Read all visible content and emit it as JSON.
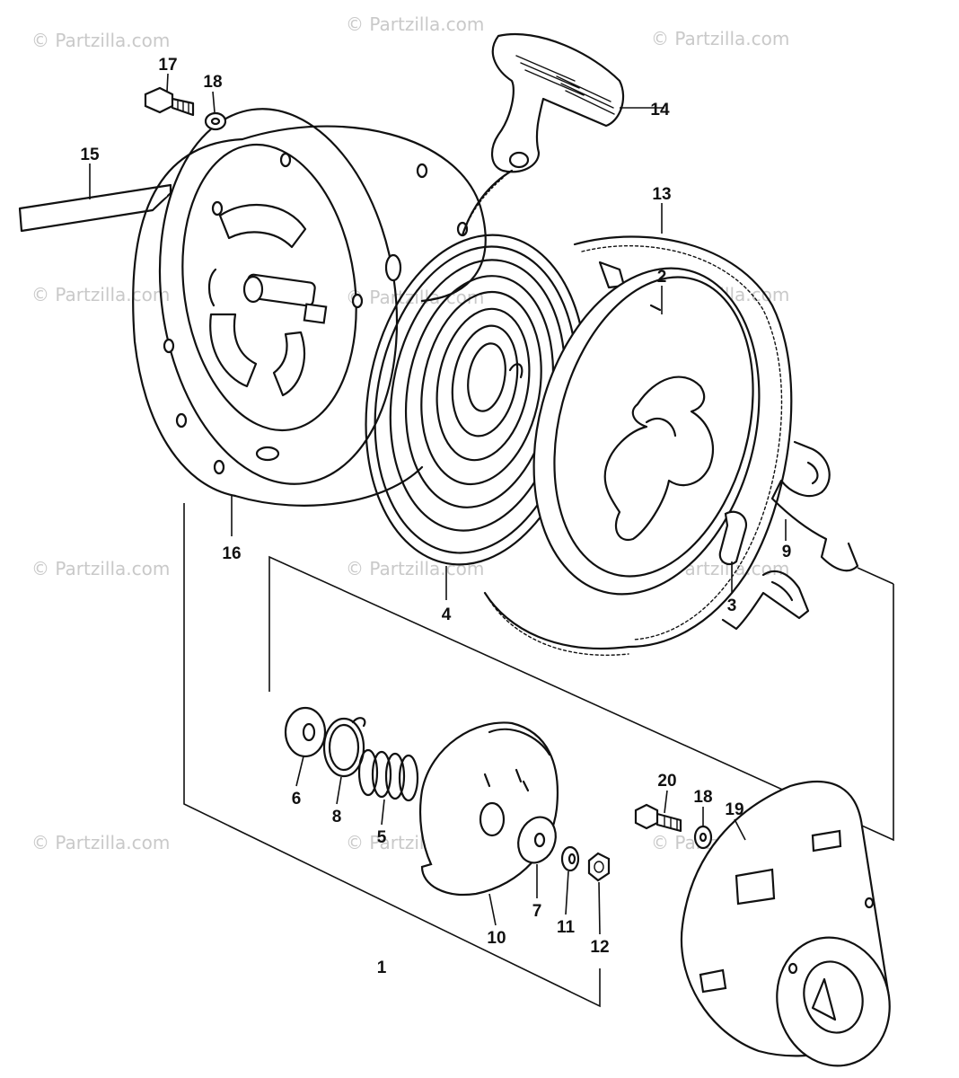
{
  "watermark": "© Partzilla.com",
  "callouts": {
    "c1": "1",
    "c2": "2",
    "c3": "3",
    "c4": "4",
    "c5": "5",
    "c6": "6",
    "c7": "7",
    "c8": "8",
    "c9": "9",
    "c10": "10",
    "c11": "11",
    "c12": "12",
    "c13": "13",
    "c14": "14",
    "c15": "15",
    "c16": "16",
    "c17": "17",
    "c18a": "18",
    "c18b": "18",
    "c19": "19",
    "c20": "20"
  }
}
